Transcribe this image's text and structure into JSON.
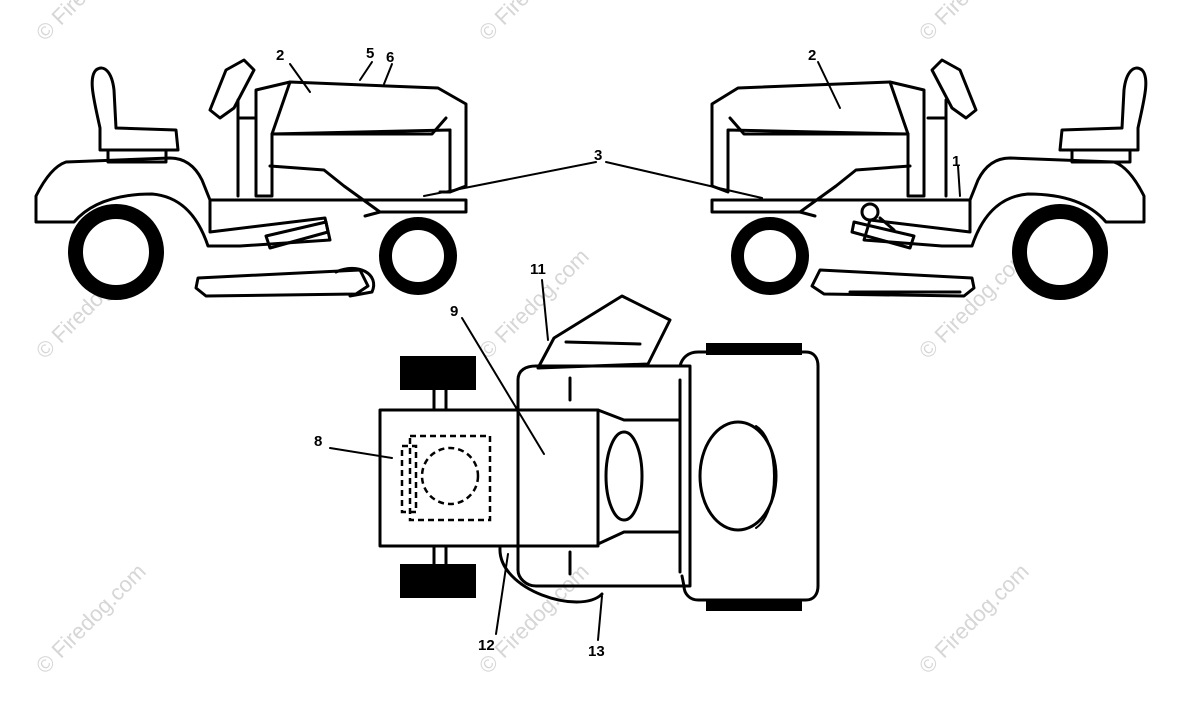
{
  "watermark": "© Firedog.com",
  "callouts": {
    "c1": "1",
    "c2a": "2",
    "c2b": "2",
    "c3": "3",
    "c5": "5",
    "c6": "6",
    "c8": "8",
    "c9": "9",
    "c11": "11",
    "c12": "12",
    "c13": "13"
  }
}
